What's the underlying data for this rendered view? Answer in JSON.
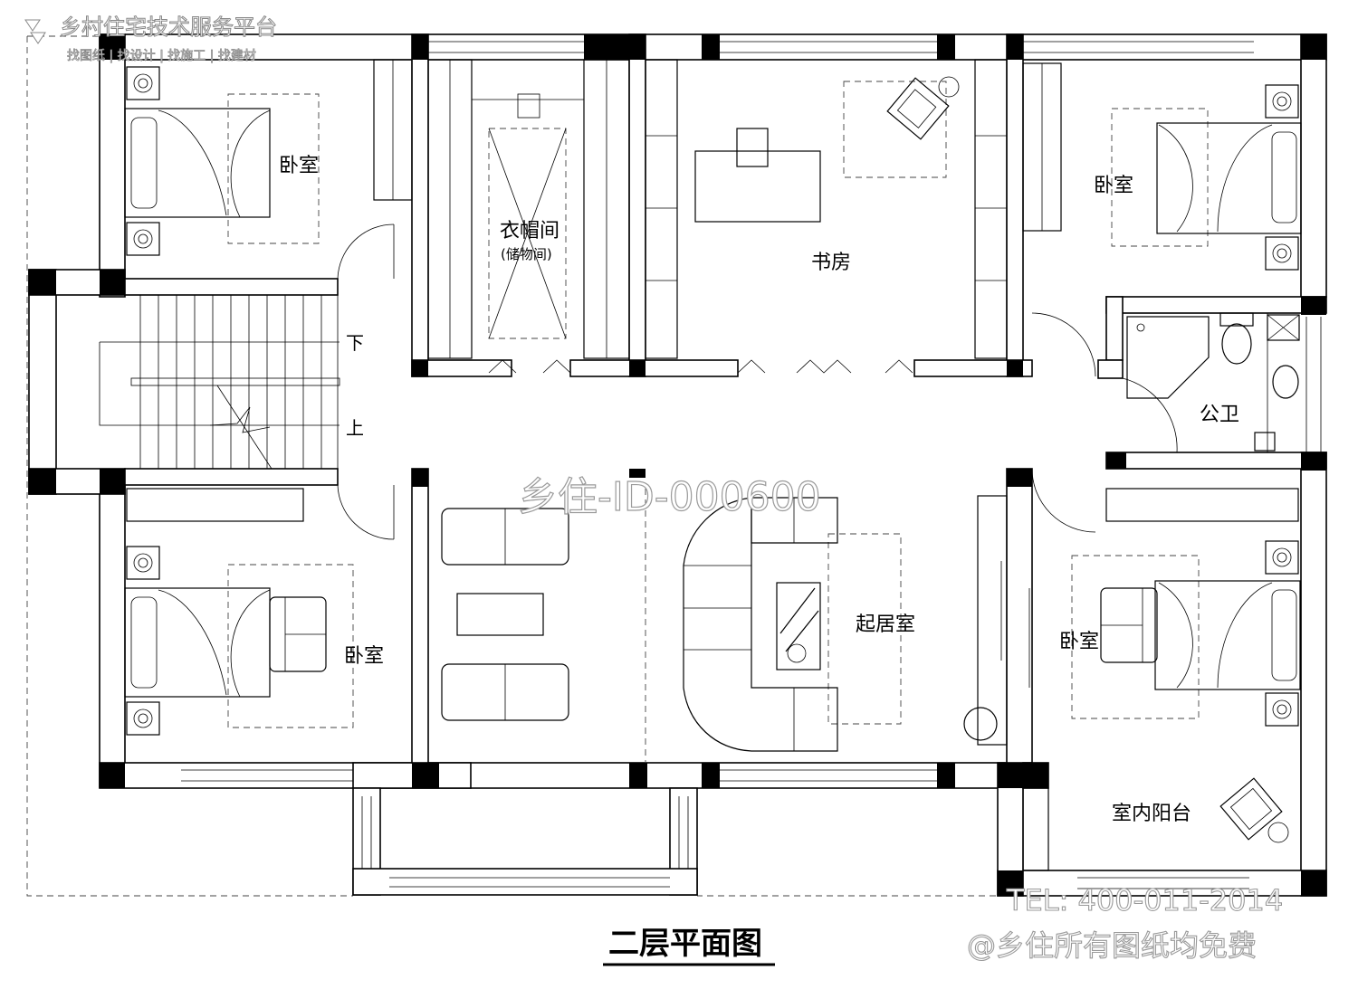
{
  "watermark": {
    "brand": "乡村住宅技术服务平台",
    "services": "找图纸 | 找设计 | 找施工 | 找建材",
    "project_id": "乡住-ID-000600",
    "tel": "TEL: 400-011-2014",
    "free_notice": "@乡住所有图纸均免费"
  },
  "drawing_title": "二层平面图",
  "rooms": {
    "bedroom_nw": "卧室",
    "closet": "衣帽间",
    "closet_sub": "(储物间)",
    "study": "书房",
    "bedroom_ne": "卧室",
    "public_bath": "公卫",
    "bedroom_sw": "卧室",
    "living": "起居室",
    "bedroom_se": "卧室",
    "balcony": "室内阳台"
  },
  "stairs": {
    "down": "下",
    "up": "上"
  },
  "colors": {
    "line": "#000000",
    "background": "#ffffff",
    "watermark_stroke": "#999999"
  }
}
